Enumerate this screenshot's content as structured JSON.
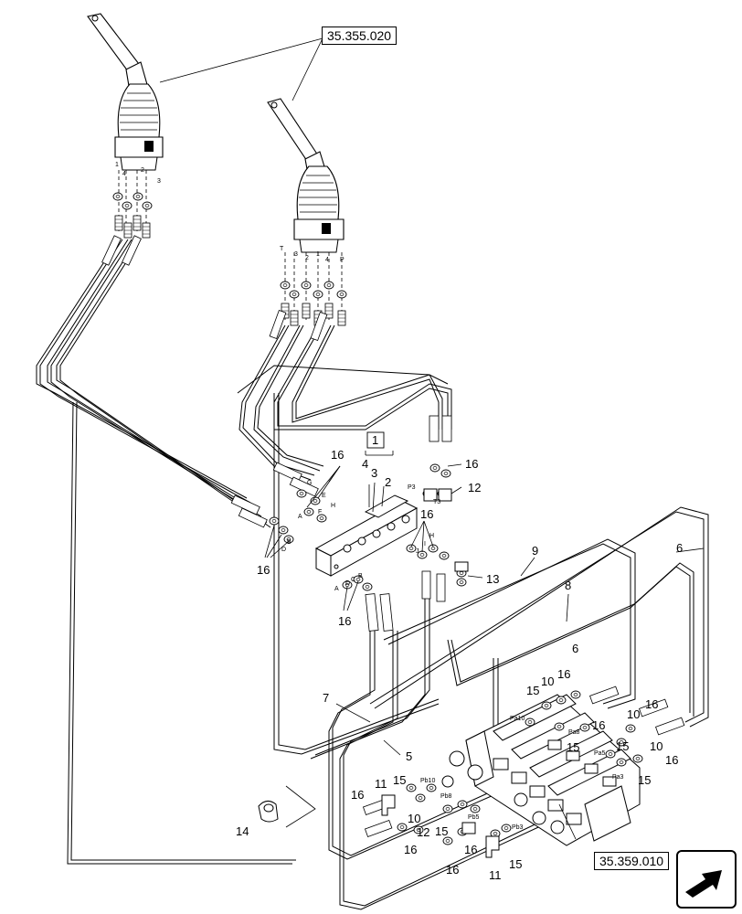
{
  "references": {
    "joystick_ref": "35.355.020",
    "valve_ref": "35.359.010"
  },
  "callouts": {
    "c1": "1",
    "c2": "2",
    "c3": "3",
    "c4": "4",
    "c5": "5",
    "c6": "6",
    "c7": "7",
    "c8": "8",
    "c9": "9",
    "c10": "10",
    "c11": "11",
    "c12": "12",
    "c13": "13",
    "c14": "14",
    "c15": "15",
    "c16": "16"
  },
  "port_labels": {
    "pa10": "Pa10",
    "pa8": "Pa8",
    "pa5": "Pa5",
    "pa3": "Pa3",
    "pb10": "Pb10",
    "pb8": "Pb8",
    "pb5": "Pb5",
    "pb3": "Pb3",
    "p3": "P3",
    "t3": "T3",
    "t": "T",
    "p": "P",
    "a": "A",
    "b": "B",
    "c": "C",
    "d": "D",
    "e": "E",
    "f": "F",
    "g": "G",
    "h": "H",
    "i": "I",
    "j": "J",
    "n1": "1",
    "n2": "2",
    "n3": "3",
    "n4": "4"
  },
  "icons": {
    "nav": "next-page-arrow-icon"
  }
}
